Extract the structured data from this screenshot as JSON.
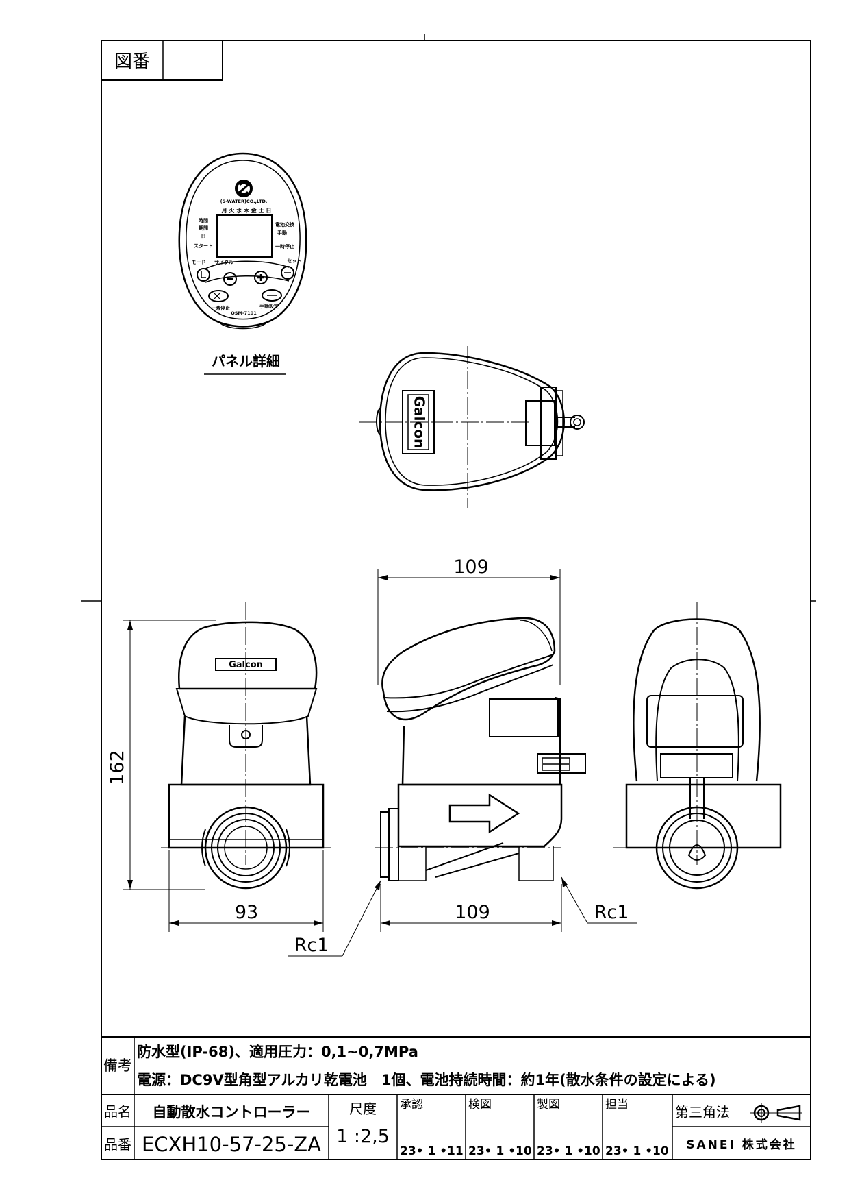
{
  "drawing_number_label": "図番",
  "drawing_number_value": "",
  "panel": {
    "detail_label": "パネル詳細",
    "company_small": "(S-WATER)CO.,LTD.",
    "weekdays": "月 火 水 木 金 土 日",
    "left_labels": [
      "時間",
      "期間",
      "日",
      "スタート"
    ],
    "right_labels": [
      "電池交換",
      "手動"
    ],
    "right_label_bottom": "一時停止",
    "mode_label": "モード",
    "cycle_label": "サイクル",
    "set_label": "セット",
    "stop_label": "一時停止",
    "manual_label": "手動設定",
    "model_label": "OSM-7101"
  },
  "brand_text": "Galcon",
  "dimensions": {
    "top_width": "109",
    "height": "162",
    "front_width": "93",
    "bottom_width": "109",
    "thread_left": "Rc1",
    "thread_right": "Rc1"
  },
  "notes": {
    "label": "備考",
    "line1": "防水型(IP-68)、適用圧力：0,1~0,7MPa",
    "line2": "電源：DC9V型角型アルカリ乾電池　1個、電池持続時間：約1年(散水条件の設定による)"
  },
  "title_block": {
    "name_label": "品名",
    "name_value": "自動散水コントローラー",
    "part_label": "品番",
    "part_value": "ECXH10-57-25-ZA",
    "scale_label": "尺度",
    "scale_value": "1 :2,5",
    "approved_label": "承認",
    "approved_date": "23• 1 •11",
    "checked_label": "検図",
    "checked_date": "23• 1 •10",
    "drawn_label": "製図",
    "drawn_date": "23• 1 •10",
    "charge_label": "担当",
    "charge_date": "23• 1 •10",
    "projection_label": "第三角法",
    "company": "SANEI 株式会社"
  }
}
